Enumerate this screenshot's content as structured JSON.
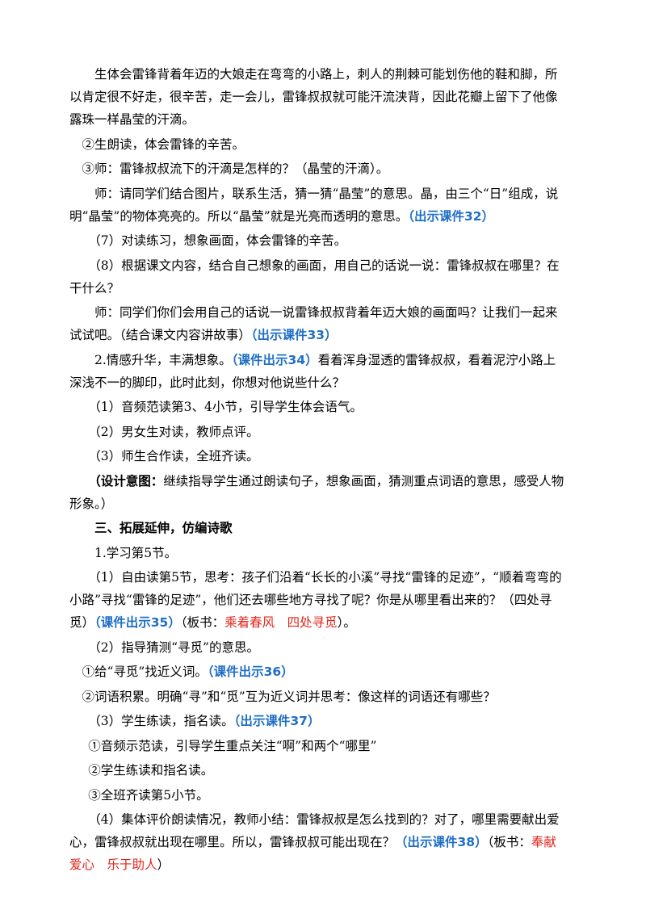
{
  "paragraphs": {
    "p1": "生体会雷锋背着年迈的大娘走在弯弯的小路上，刺人的荆棘可能划伤他的鞋和脚，所以肯定很不好走，很辛苦，走一会儿，雷锋叔叔就可能汗流浃背，因此花瓣上留下了他像露珠一样晶莹的汗滴。",
    "p2": "②生朗读，体会雷锋的辛苦。",
    "p3": "③师：雷锋叔叔流下的汗滴是怎样的？（晶莹的汗滴）。",
    "p4": "师：请同学们结合图片，联系生活，猜一猜“晶莹”的意思。晶，由三个“日”组成，说明“晶莹”的物体亮亮的。所以“晶莹”就是光亮而透明的意思。",
    "p4_ref": "（出示课件32）",
    "p5": "（7）对读练习，想象画面，体会雷锋的辛苦。",
    "p6": "（8）根据课文内容，结合自己想象的画面，用自己的话说一说：雷锋叔叔在哪里？在干什么？",
    "p7": "师：同学们你们会用自己的话说一说雷锋叔叔背着年迈大娘的画面吗？让我们一起来试试吧。（结合课文内容讲故事）",
    "p7_ref": "（出示课件33）",
    "p8_a": "2.情感升华，丰满想象。",
    "p8_ref": "（课件出示34）",
    "p8_b": "看着浑身湿透的雷锋叔叔，看着泥泞小路上深浅不一的脚印，此时此刻，你想对他说些什么？",
    "p9": "（1）音频范读第3、4小节，引导学生体会语气。",
    "p10": "（2）男女生对读，教师点评。",
    "p11": "（3）师生合作读，全班齐读。",
    "p12_label": "（设计意图：",
    "p12_text": "继续指导学生通过朗读句子，想象画面，猜测重点词语的意思，感受人物形象。）",
    "heading3": "三、拓展延伸，仿编诗歌",
    "p13": "1.学习第5节。",
    "p14_a": "（1）自由读第5节，思考：孩子们沿着“长长的小溪”寻找“雷锋的足迹”，“顺着弯弯的小路”寻找“雷锋的足迹”，他们还去哪些地方寻找了呢？你是从哪里看出来的？（四处寻觅）",
    "p14_ref": "（课件出示35）",
    "p14_b": "（板书：",
    "p14_red1": "乘着春风",
    "p14_red2": "四处寻觅",
    "p14_c": "）。",
    "p15": "（2）指导猜测“寻觅”的意思。",
    "p16_a": "①给“寻觅”找近义词。",
    "p16_ref": "（课件出示36）",
    "p17": "②词语积累。明确“寻”和“觅”互为近义词并思考：像这样的词语还有哪些？",
    "p18_a": "（3）学生练读，指名读。",
    "p18_ref": "（出示课件37）",
    "p19": "①音频示范读，引导学生重点关注“啊”和两个“哪里”",
    "p20": "②学生练读和指名读。",
    "p21": "③全班齐读第5小节。",
    "p22_a": "（4）集体评价朗读情况，教师小结：雷锋叔叔是怎么找到的？对了，哪里需要献出爱心，雷锋叔叔就出现在哪里。所以，雷锋叔叔可能出现在？",
    "p22_ref": "（出示课件38）",
    "p22_b": "（板书：",
    "p22_red1": "奉献爱心",
    "p22_red2": "乐于助人",
    "p22_c": "）"
  }
}
